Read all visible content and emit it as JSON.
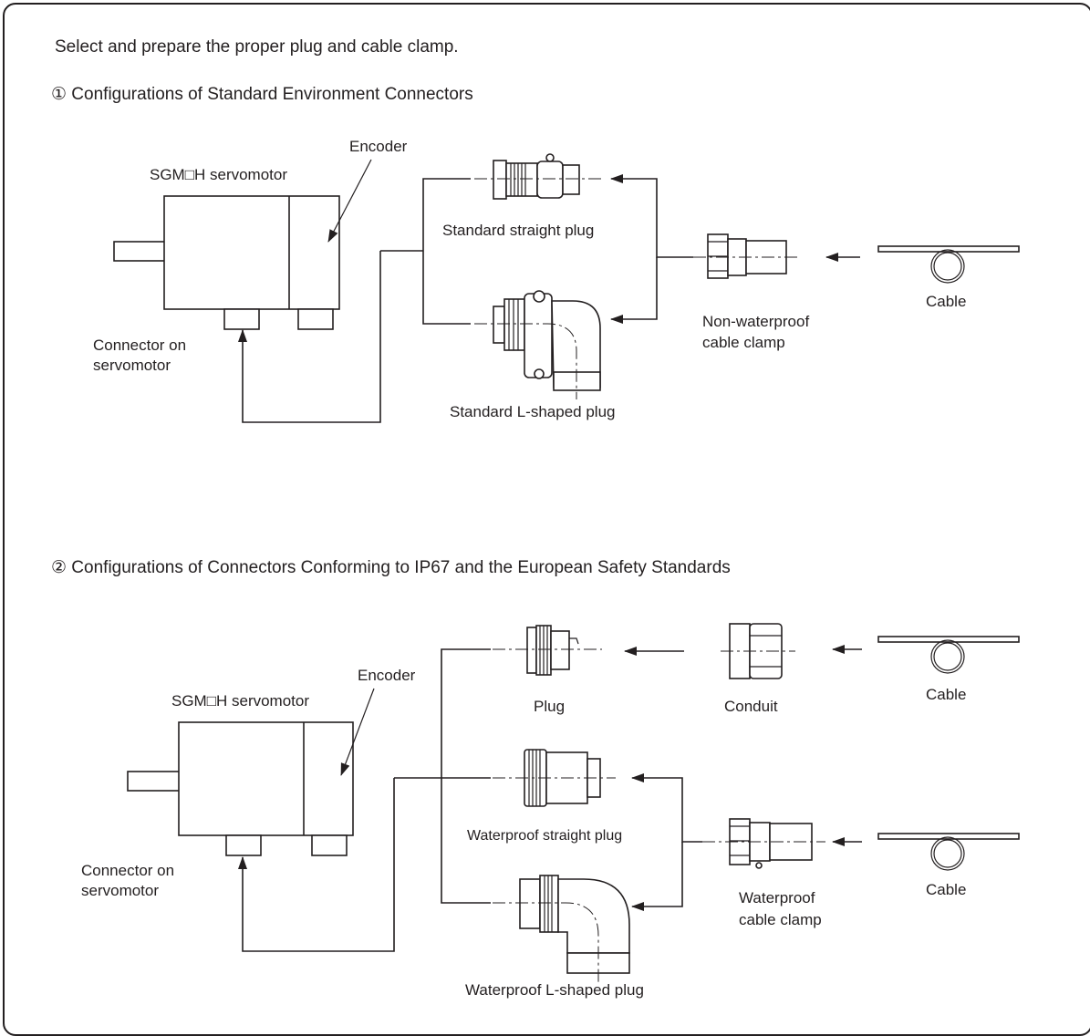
{
  "intro": "Select and prepare the proper plug and cable clamp.",
  "section1": {
    "heading": "① Configurations of Standard Environment Connectors",
    "motor_label": "SGM□H servomotor",
    "encoder_label": "Encoder",
    "connector_label_1": "Connector on",
    "connector_label_2": "servomotor",
    "straight_plug_label": "Standard straight plug",
    "l_plug_label": "Standard L-shaped plug",
    "clamp_label_1": "Non-waterproof",
    "clamp_label_2": "cable clamp",
    "cable_label": "Cable"
  },
  "section2": {
    "heading": "② Configurations of Connectors Conforming to IP67 and the European Safety Standards",
    "motor_label": "SGM□H servomotor",
    "encoder_label": "Encoder",
    "connector_label_1": "Connector on",
    "connector_label_2": "servomotor",
    "plug_label": "Plug",
    "conduit_label": "Conduit",
    "cable_label_top": "Cable",
    "straight_plug_label": "Waterproof straight plug",
    "l_plug_label": "Waterproof L-shaped plug",
    "clamp_label_1": "Waterproof",
    "clamp_label_2": "cable clamp",
    "cable_label_bottom": "Cable"
  }
}
